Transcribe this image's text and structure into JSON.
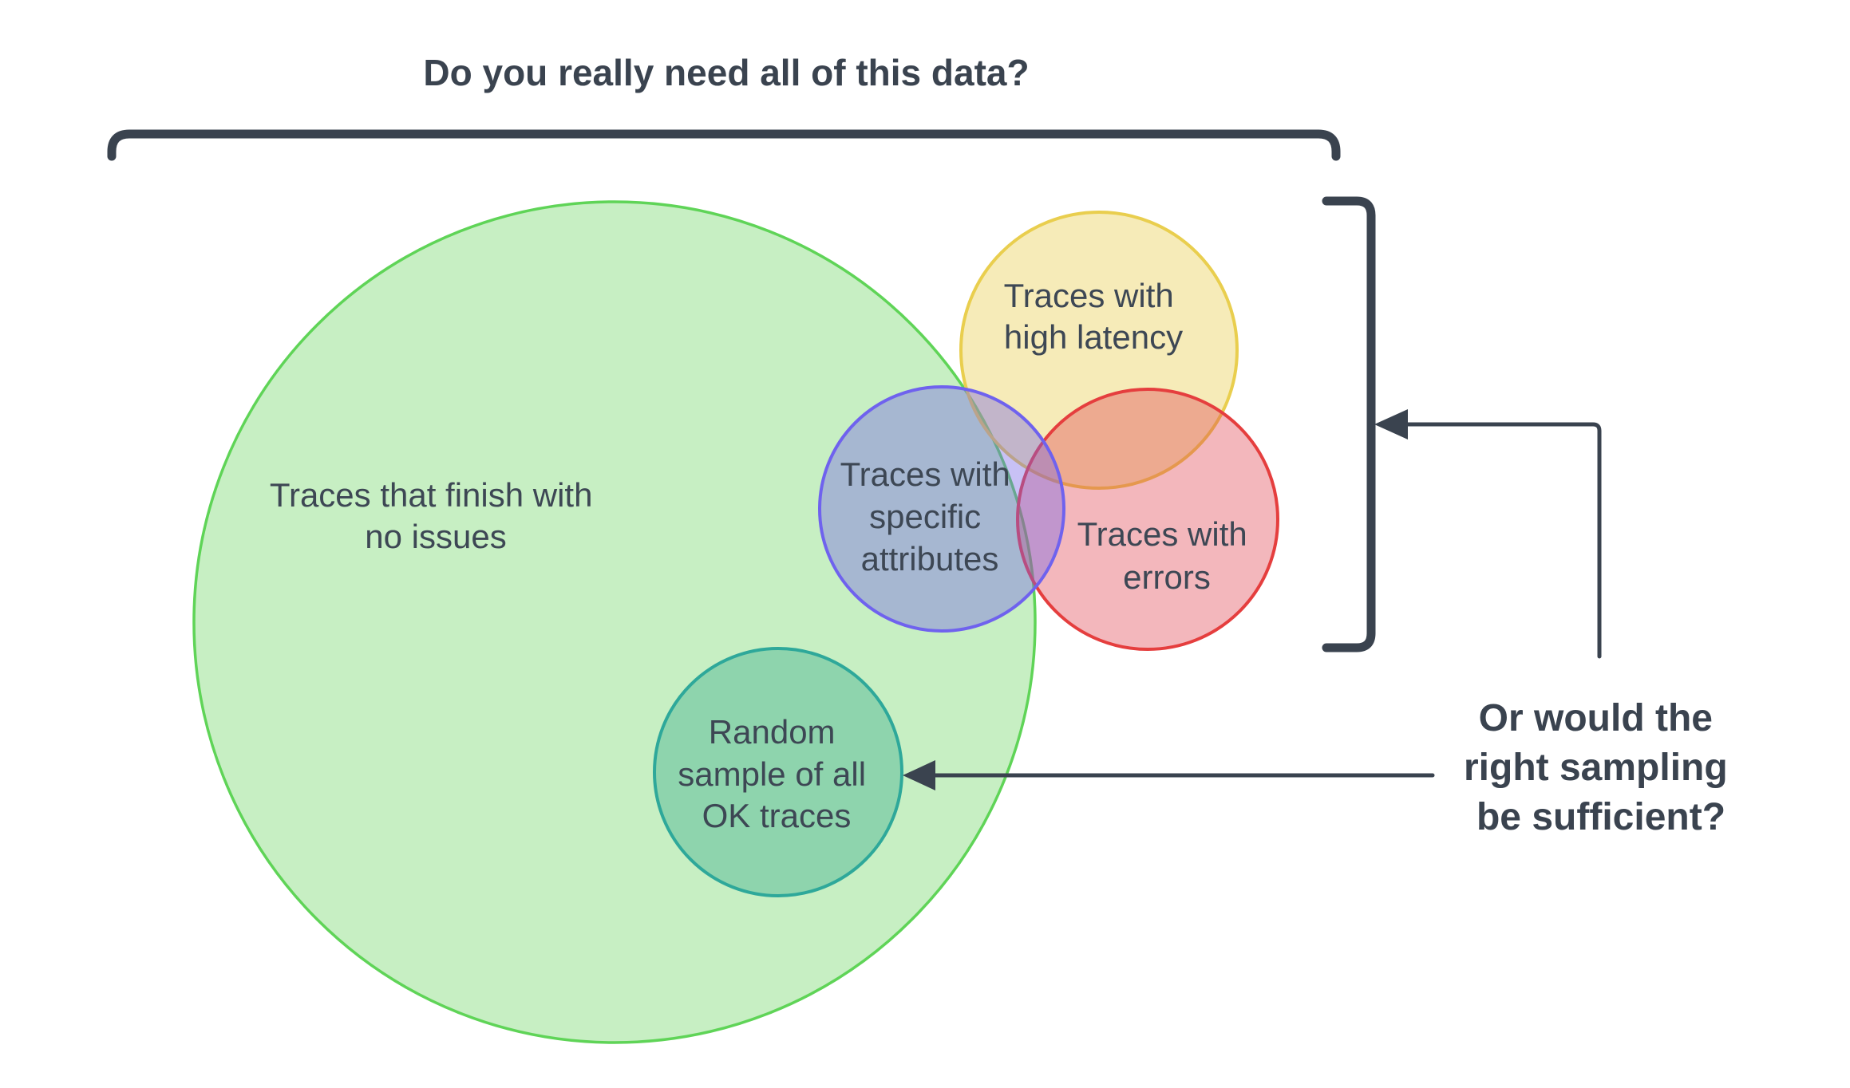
{
  "title": "Do you really need all of this data?",
  "question": {
    "line1": "Or would the",
    "line2": "right sampling",
    "line3": "be sufficient?"
  },
  "colors": {
    "annotation": "#3a434f",
    "label_text": "#3d4754",
    "background": "#ffffff"
  },
  "circles": {
    "green": {
      "line1": "Traces that finish with",
      "line2": "no issues",
      "stroke_color": "#5fd457",
      "fill_color": "#74d868"
    },
    "yellow": {
      "line1": "Traces with",
      "line2": "high latency",
      "stroke_color": "#e9ce4e",
      "fill_color": "#e9ce4e"
    },
    "red": {
      "line1": "Traces with",
      "line2": "errors",
      "stroke_color": "#e53e3e",
      "fill_color": "#e04150"
    },
    "blue": {
      "line1": "Traces with",
      "line2": "specific",
      "line3": "attributes",
      "stroke_color": "#6f62ee",
      "fill_color": "#7664e6"
    },
    "teal": {
      "line1": "Random",
      "line2": "sample of all",
      "line3": "OK traces",
      "stroke_color": "#2ea89a",
      "fill_color": "#4ab495"
    }
  }
}
